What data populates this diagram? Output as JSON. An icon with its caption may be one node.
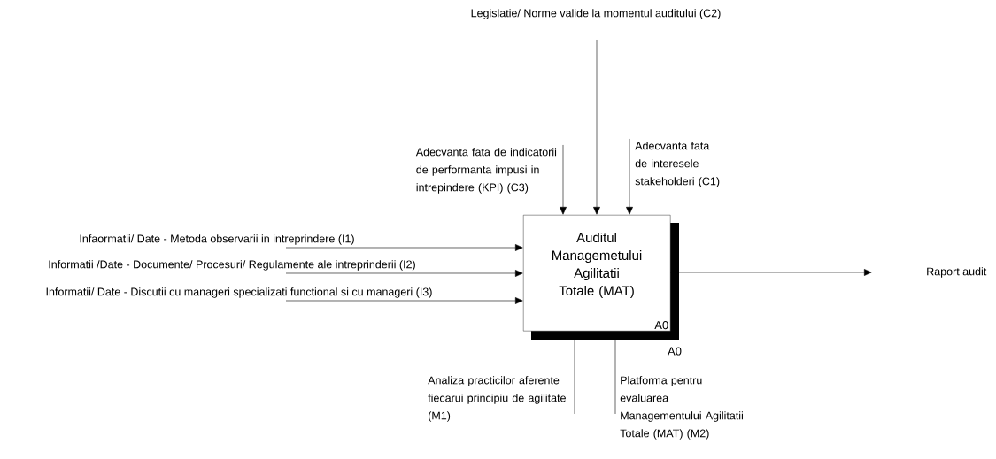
{
  "diagram": {
    "nodes": [
      {
        "text": [
          "Auditul Managemetului Agilitatii Totale (MAT)",
          "A0"
        ]
      },
      {
        "text": [
          "Legislatie/ Norme valide la momentul auditului (C2)"
        ]
      },
      {
        "text": [
          "Adecvanta fata de indicatorii de performanta impusi in intrepindere (KPI) (C3)"
        ]
      },
      {
        "text": [
          "Adecvanta fata de interesele stakeholderi (C1)"
        ]
      },
      {
        "text": [
          "Infaormatii/ Date - Metoda observarii in intreprindere (I1)"
        ]
      },
      {
        "text": [
          "Informatii /Date - Documente/ Procesuri/ Regulamente ale intreprinderii (I2)"
        ]
      },
      {
        "text": [
          "Informatii/ Date - Discutii cu manageri specializati functional si cu manageri (I3)"
        ]
      },
      {
        "text": [
          "Analiza practicilor aferente fiecarui principiu de agilitate (M1)"
        ]
      },
      {
        "text": [
          "Platforma pentru evaluarea Managementului Agilitatii Totale (MAT) (M2)"
        ]
      },
      {
        "text": [
          "Raport audit"
        ]
      }
    ],
    "edges": [
      {
        "from": 1,
        "to": 0,
        "arrow": "to"
      },
      {
        "from": 2,
        "to": 0,
        "arrow": "to"
      },
      {
        "from": 3,
        "to": 0,
        "arrow": "to"
      },
      {
        "from": 4,
        "to": 0,
        "arrow": "to"
      },
      {
        "from": 5,
        "to": 0,
        "arrow": "to"
      },
      {
        "from": 6,
        "to": 0,
        "arrow": "to"
      },
      {
        "from": 7,
        "to": 0,
        "arrow": "none"
      },
      {
        "from": 8,
        "to": 0,
        "arrow": "none"
      },
      {
        "from": 0,
        "to": 9,
        "arrow": "to"
      }
    ],
    "labels": [
      "A0"
    ]
  }
}
